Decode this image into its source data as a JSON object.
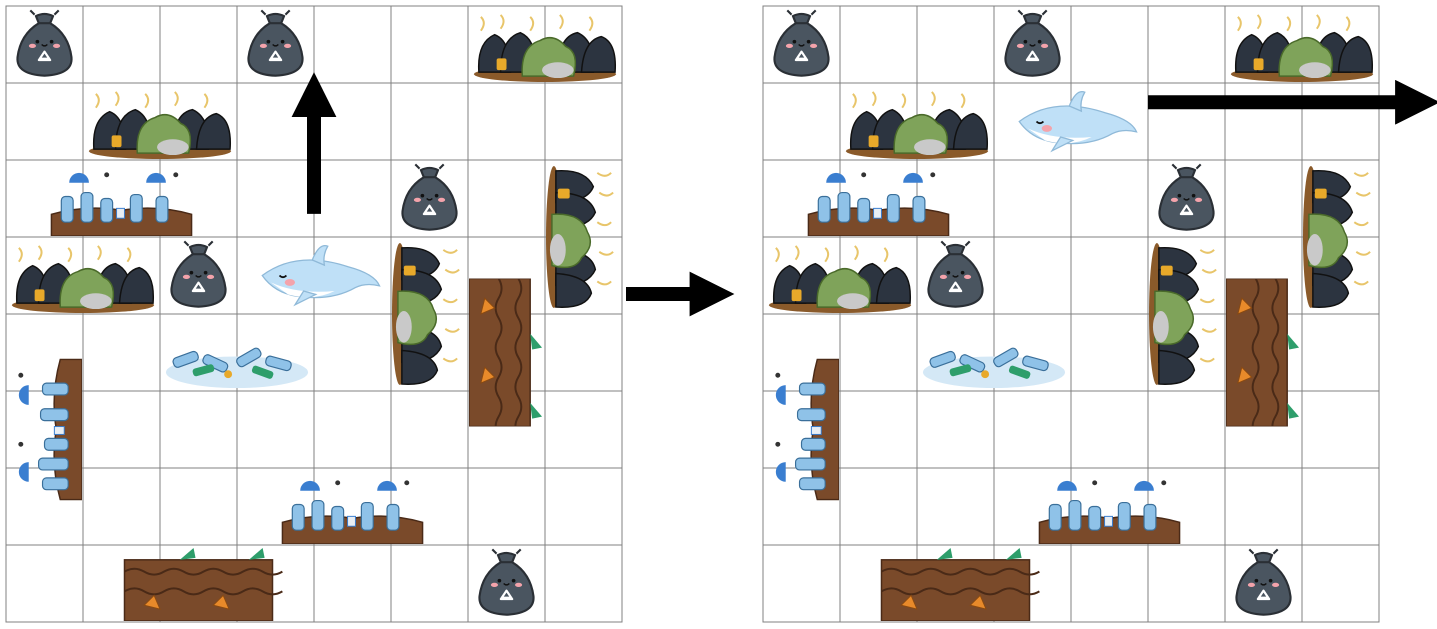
{
  "grid": {
    "rows": 8,
    "cols": 8
  },
  "colors": {
    "grid_line": "#808080",
    "bag_body": "#4a5560",
    "bag_outline": "#2a2f35",
    "dolphin_body": "#bfe0f7",
    "dolphin_belly": "#ffffff",
    "soil": "#7a4a2a",
    "soil_dark": "#4a2a17",
    "bottle_blue": "#8fc2e8",
    "bottle_green": "#2e9e6b",
    "carrot_orange": "#e88a2a",
    "garbage_bag_dark": "#2c3440",
    "leaves_green": "#7fa35a",
    "stench_yellow": "#e8c56a",
    "arrow": "#000000"
  },
  "boards": [
    {
      "id": "before",
      "dolphin": {
        "row": 3,
        "col": 3,
        "icon": "dolphin-icon"
      },
      "move_arrow": {
        "direction": "up",
        "icon": "arrow-up-icon"
      },
      "bags": [
        [
          0,
          0
        ],
        [
          0,
          3
        ],
        [
          3,
          2
        ],
        [
          2,
          5
        ],
        [
          7,
          6
        ]
      ],
      "obstacles": [
        {
          "kind": "garbage-heap-icon",
          "cells": [
            [
              0,
              6
            ],
            [
              0,
              7
            ]
          ]
        },
        {
          "kind": "garbage-heap-icon",
          "cells": [
            [
              1,
              1
            ],
            [
              1,
              2
            ]
          ]
        },
        {
          "kind": "trash-soil-icon",
          "cells": [
            [
              2,
              0
            ],
            [
              2,
              1
            ],
            [
              2,
              2
            ]
          ]
        },
        {
          "kind": "garbage-heap-icon",
          "cells": [
            [
              3,
              0
            ],
            [
              3,
              1
            ]
          ]
        },
        {
          "kind": "garbage-heap-vertical-icon",
          "cells": [
            [
              3,
              5
            ],
            [
              4,
              5
            ]
          ]
        },
        {
          "kind": "garbage-heap-vertical-icon",
          "cells": [
            [
              2,
              7
            ],
            [
              3,
              7
            ]
          ]
        },
        {
          "kind": "carrot-soil-vertical-icon",
          "cells": [
            [
              2,
              6
            ],
            [
              3,
              6
            ],
            [
              4,
              6
            ],
            [
              5,
              6
            ],
            [
              6,
              6
            ]
          ]
        },
        {
          "kind": "bottle-pile-icon",
          "cells": [
            [
              4,
              1
            ],
            [
              4,
              2
            ],
            [
              4,
              3
            ],
            [
              4,
              4
            ]
          ]
        },
        {
          "kind": "trash-soil-vertical-icon",
          "cells": [
            [
              4,
              0
            ],
            [
              5,
              0
            ],
            [
              6,
              0
            ]
          ]
        },
        {
          "kind": "trash-soil-icon",
          "cells": [
            [
              6,
              3
            ],
            [
              6,
              4
            ],
            [
              6,
              5
            ]
          ]
        },
        {
          "kind": "carrot-soil-icon",
          "cells": [
            [
              7,
              0
            ],
            [
              7,
              1
            ],
            [
              7,
              2
            ],
            [
              7,
              3
            ],
            [
              7,
              4
            ]
          ]
        }
      ]
    },
    {
      "id": "after",
      "dolphin": {
        "row": 1,
        "col": 3,
        "icon": "dolphin-icon"
      },
      "move_arrow": {
        "direction": "right",
        "icon": "arrow-right-icon"
      },
      "bags": [
        [
          0,
          0
        ],
        [
          0,
          3
        ],
        [
          3,
          2
        ],
        [
          2,
          5
        ],
        [
          7,
          6
        ]
      ],
      "obstacles": [
        {
          "kind": "garbage-heap-icon",
          "cells": [
            [
              0,
              6
            ],
            [
              0,
              7
            ]
          ]
        },
        {
          "kind": "garbage-heap-icon",
          "cells": [
            [
              1,
              1
            ],
            [
              1,
              2
            ]
          ]
        },
        {
          "kind": "trash-soil-icon",
          "cells": [
            [
              2,
              0
            ],
            [
              2,
              1
            ],
            [
              2,
              2
            ]
          ]
        },
        {
          "kind": "garbage-heap-icon",
          "cells": [
            [
              3,
              0
            ],
            [
              3,
              1
            ]
          ]
        },
        {
          "kind": "garbage-heap-vertical-icon",
          "cells": [
            [
              3,
              5
            ],
            [
              4,
              5
            ]
          ]
        },
        {
          "kind": "garbage-heap-vertical-icon",
          "cells": [
            [
              2,
              7
            ],
            [
              3,
              7
            ]
          ]
        },
        {
          "kind": "carrot-soil-vertical-icon",
          "cells": [
            [
              2,
              6
            ],
            [
              3,
              6
            ],
            [
              4,
              6
            ],
            [
              5,
              6
            ],
            [
              6,
              6
            ]
          ]
        },
        {
          "kind": "bottle-pile-icon",
          "cells": [
            [
              4,
              1
            ],
            [
              4,
              2
            ],
            [
              4,
              3
            ],
            [
              4,
              4
            ]
          ]
        },
        {
          "kind": "trash-soil-vertical-icon",
          "cells": [
            [
              4,
              0
            ],
            [
              5,
              0
            ],
            [
              6,
              0
            ]
          ]
        },
        {
          "kind": "trash-soil-icon",
          "cells": [
            [
              6,
              3
            ],
            [
              6,
              4
            ],
            [
              6,
              5
            ]
          ]
        },
        {
          "kind": "carrot-soil-icon",
          "cells": [
            [
              7,
              0
            ],
            [
              7,
              1
            ],
            [
              7,
              2
            ],
            [
              7,
              3
            ],
            [
              7,
              4
            ]
          ]
        }
      ]
    }
  ],
  "transition_arrow": {
    "direction": "right",
    "icon": "transition-arrow-icon"
  }
}
